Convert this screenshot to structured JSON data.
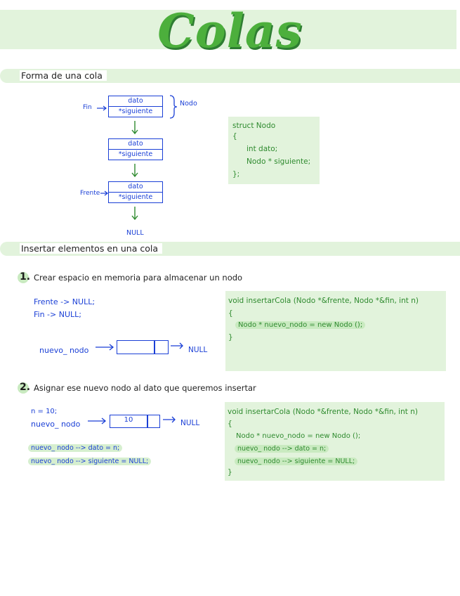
{
  "title": "Colas",
  "sections": {
    "s1": "Forma de una cola",
    "s2": "Insertar elementos en una cola"
  },
  "diagram": {
    "fin": "Fin",
    "frente": "Frente",
    "nodo": "Nodo",
    "dato": "dato",
    "siguiente": "*siguiente",
    "null": "NULL"
  },
  "struct_code": [
    "struct Nodo",
    "{",
    "int dato;",
    "Nodo * siguiente;",
    "};"
  ],
  "step1": {
    "num": "1.",
    "text": "Crear espacio en memoria para almacenar un nodo",
    "left": [
      "Frente -> NULL;",
      "Fin -> NULL;"
    ],
    "nuevo": "nuevo_ nodo",
    "null": "NULL",
    "code": [
      "void insertarCola (Nodo *&frente, Nodo *&fin, int n)",
      "{",
      "Nodo * nuevo_nodo = new Nodo ();",
      "}"
    ]
  },
  "step2": {
    "num": "2.",
    "text": "Asignar ese nuevo nodo al dato que queremos insertar",
    "n": "n = 10;",
    "nuevo": "nuevo_ nodo",
    "value": "10",
    "null": "NULL",
    "left_hl": [
      "nuevo_ nodo --> dato = n;",
      "nuevo_ nodo --> siguiente = NULL;"
    ],
    "code": [
      "void insertarCola (Nodo *&frente, Nodo *&fin, int n)",
      "{",
      "Nodo * nuevo_nodo = new Nodo ();",
      "nuevo_ nodo --> dato = n;",
      "nuevo_ nodo --> siguiente = NULL;",
      "}"
    ]
  },
  "colors": {
    "accent": "#4caf3c",
    "band": "#e2f3dc",
    "ink_blue": "#1a3fd6",
    "ink_green": "#2e8a2e"
  }
}
